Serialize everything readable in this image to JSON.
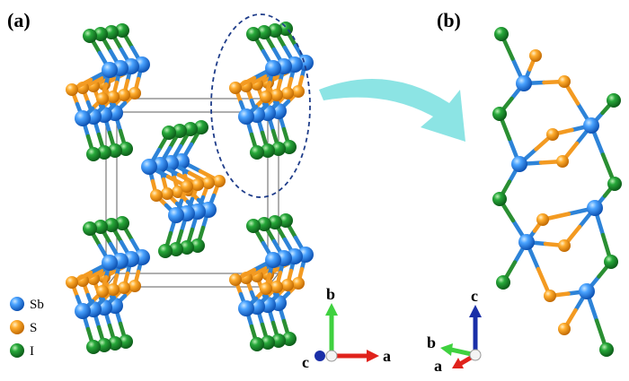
{
  "panels": {
    "a_label": "(a)",
    "b_label": "(b)"
  },
  "legend": [
    {
      "label": "Sb",
      "color": "#2a86e8"
    },
    {
      "label": "S",
      "color": "#f39a21"
    },
    {
      "label": "I",
      "color": "#1f9a2e"
    }
  ],
  "axes_a": {
    "b": "b",
    "a": "a",
    "c": "c"
  },
  "axes_b": {
    "c": "c",
    "b": "b",
    "a": "a"
  },
  "colors": {
    "sb": "#2a86e8",
    "s": "#f39a21",
    "i": "#1f9a2e",
    "bond_sb": "#2d83d8",
    "bond_i": "#2a8f32",
    "cell": "#7a7a7a",
    "ellipse": "#1f3d8a",
    "arrow": "#7fe0e0"
  }
}
